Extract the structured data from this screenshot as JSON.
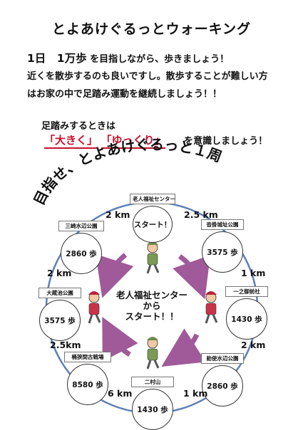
{
  "title": "とよあけぐるっとウォーキング",
  "intro": {
    "line1_num": "1日　1万歩",
    "line1_rest": "を目指しながら、歩きましょう！",
    "line2": "近くを散歩するのも良いですし。散歩することが難しい方",
    "line3": "はお家の中で足踏み運動を継続しましょう！！"
  },
  "stepping": {
    "lead": "足踏みするときは",
    "big": "「大きく」",
    "slow": "「ゆっくり」",
    "tail": "を意識しましょう！"
  },
  "arc_title": "目指せ、とよあけぐるっと１周",
  "center_text": [
    "老人福祉センター",
    "から",
    "スタート！！"
  ],
  "stations": [
    {
      "name": "老人福祉センター",
      "steps": "スタート！"
    },
    {
      "name": "沓掛城址公園",
      "steps": "3575 歩"
    },
    {
      "name": "一之御前社",
      "steps": "1430 歩"
    },
    {
      "name": "勅使水辺公園",
      "steps": "2860 歩"
    },
    {
      "name": "二村山",
      "steps": "1430 歩"
    },
    {
      "name": "桶狭間古戦場",
      "steps": "8580 歩"
    },
    {
      "name": "大蔵池公園",
      "steps": "3575 歩"
    },
    {
      "name": "三崎水辺公園",
      "steps": "2860 歩"
    }
  ],
  "distances": [
    "2.5 km",
    "1 km",
    "2 km",
    "1 km",
    "6 km",
    "2.5km",
    "2 km",
    "2 km"
  ],
  "colors": {
    "accent_red": "#c8102e",
    "arrow_purple": "#a05a9a",
    "ring": "#5e7fb8"
  }
}
